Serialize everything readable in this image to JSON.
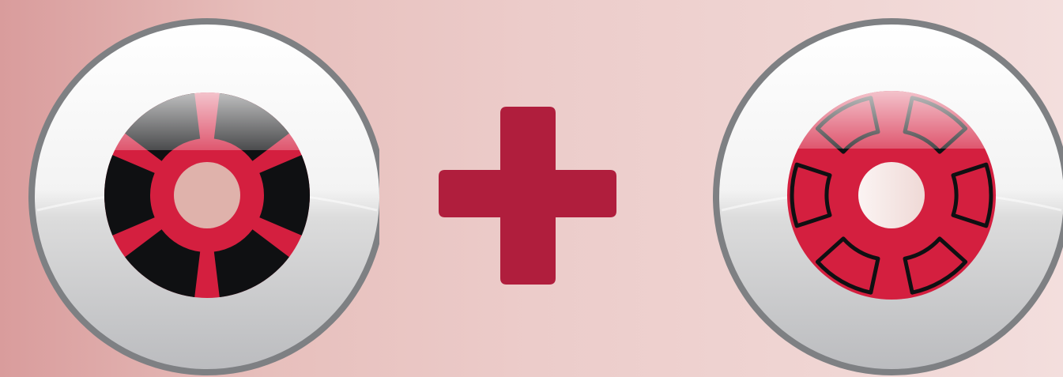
{
  "scene": {
    "background_colors": [
      "#d99c9c",
      "#ecccca",
      "#f3dedd"
    ]
  },
  "lenses": [
    {
      "name": "lens-left-solid-black-segments",
      "style": "solid",
      "segment_count": 6,
      "colors": {
        "iris": "#d41f3f",
        "segments": "#0f1012",
        "rim": "#7e8083",
        "pupil": "#dfb2ab"
      }
    },
    {
      "name": "lens-right-outlined-segments",
      "style": "outlined",
      "segment_count": 6,
      "colors": {
        "iris": "#d41f3f",
        "segments": "#0f1012",
        "rim": "#7e8083",
        "pupil": "#f4e2df"
      }
    }
  ],
  "operator": {
    "symbol": "plus",
    "color": "#b01e3d"
  }
}
